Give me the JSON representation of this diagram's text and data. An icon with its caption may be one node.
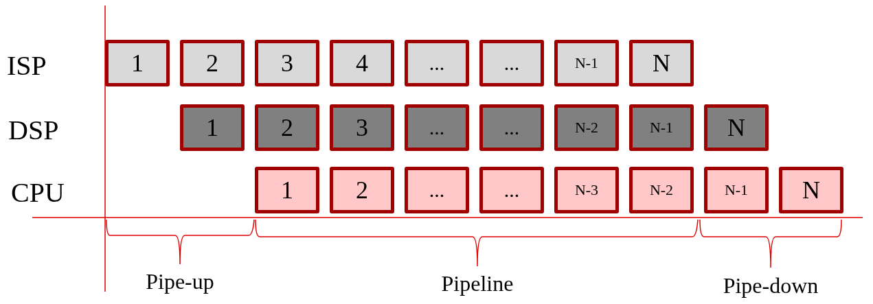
{
  "diagram": {
    "nodes": [
      {
        "text": [
          "1"
        ]
      },
      {
        "text": [
          "2"
        ]
      },
      {
        "text": [
          "3"
        ]
      },
      {
        "text": [
          "4"
        ]
      },
      {
        "text": [
          "..."
        ]
      },
      {
        "text": [
          "..."
        ]
      },
      {
        "text": [
          "N-1"
        ]
      },
      {
        "text": [
          "N"
        ]
      },
      {
        "text": [
          "1"
        ]
      },
      {
        "text": [
          "2"
        ]
      },
      {
        "text": [
          "3"
        ]
      },
      {
        "text": [
          "..."
        ]
      },
      {
        "text": [
          "..."
        ]
      },
      {
        "text": [
          "N-2"
        ]
      },
      {
        "text": [
          "N-1"
        ]
      },
      {
        "text": [
          "N"
        ]
      },
      {
        "text": [
          "1"
        ]
      },
      {
        "text": [
          "2"
        ]
      },
      {
        "text": [
          "..."
        ]
      },
      {
        "text": [
          "..."
        ]
      },
      {
        "text": [
          "N-3"
        ]
      },
      {
        "text": [
          "N-2"
        ]
      },
      {
        "text": [
          "N-1"
        ]
      },
      {
        "text": [
          "N"
        ]
      }
    ],
    "labels": [
      "ISP",
      "DSP",
      "CPU",
      "Pipe-up",
      "Pipeline",
      "Pipe-down"
    ]
  }
}
